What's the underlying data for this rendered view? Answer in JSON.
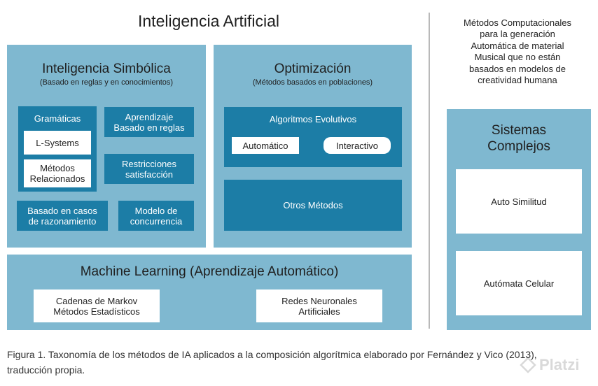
{
  "title": "Inteligencia Artificial",
  "side_note": "Métodos Computacionales\npara la generación\nAutomática de material\nMusical que no están\nbasados en  modelos de\ncreatividad humana",
  "symbolic": {
    "title": "Inteligencia Simbólica",
    "subtitle": "(Basado en reglas y en conocimientos)",
    "grammars": {
      "label": "Gramáticas",
      "items": [
        "L-Systems",
        "Métodos\nRelacionados"
      ]
    },
    "rule_learning": "Aprendizaje\nBasado en reglas",
    "constraints": "Restricciones\nsatisfacción",
    "case_based": "Basado en casos\nde razonamiento",
    "concurrency": "Modelo de\nconcurrencia"
  },
  "optimization": {
    "title": "Optimización",
    "subtitle": "(Métodos basados en poblaciones)",
    "evolutionary": {
      "label": "Algoritmos Evolutivos",
      "automatic": "Automático",
      "interactive": "Interactivo"
    },
    "other": "Otros Métodos"
  },
  "ml": {
    "title": "Machine Learning (Aprendizaje Automático)",
    "markov": "Cadenas de Markov\nMétodos Estadísticos",
    "neural": "Redes Neuronales\nArtificiales"
  },
  "complex": {
    "title": "Sistemas\nComplejos",
    "self_similarity": "Auto Similitud",
    "cellular": "Autómata Celular"
  },
  "caption": "Figura 1. Taxonomía de los métodos de IA aplicados a la composición algorítmica elaborado por Fernández y Vico (2013),\ntraducción propia.",
  "watermark": "Platzi"
}
